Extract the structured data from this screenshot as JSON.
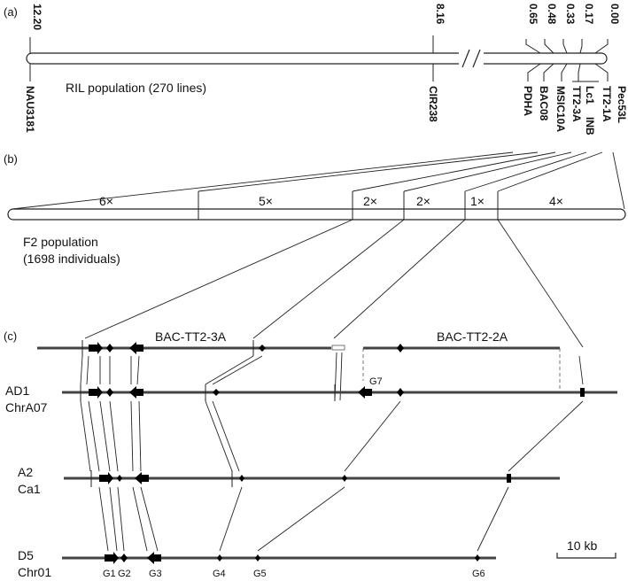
{
  "panels": {
    "a": "(a)",
    "b": "(b)",
    "c": "(c)"
  },
  "ril": {
    "label": "RIL population (270 lines)",
    "positions": [
      "12.20",
      "8.16",
      "0.65",
      "0.48",
      "0.33",
      "0.17",
      "0.00"
    ],
    "markers": [
      "NAU3181",
      "CIR238",
      "PDHA",
      "BAC08",
      "MSIC10A",
      "TT2-3A",
      "Lc1",
      "INB",
      "TT2-1A",
      "Pec53L"
    ]
  },
  "f2": {
    "label_line1": "F2 population",
    "label_line2": "(1698 individuals)",
    "recombinants": [
      "6×",
      "5×",
      "2×",
      "2×",
      "1×",
      "4×"
    ]
  },
  "genomes": {
    "bac1": "BAC-TT2-3A",
    "bac2": "BAC-TT2-2A",
    "ad1_line1": "AD1",
    "ad1_line2": "ChrA07",
    "a2_line1": "A2",
    "a2_line2": "Ca1",
    "d5_line1": "D5",
    "d5_line2": "Chr01",
    "genes": [
      "G1",
      "G2",
      "G3",
      "G4",
      "G5",
      "G6",
      "G7"
    ]
  },
  "scale_bar": "10 kb"
}
